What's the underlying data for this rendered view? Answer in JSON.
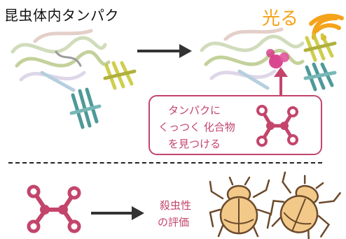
{
  "header": {
    "title": "昆虫体内タンパク",
    "glow_label": "光る"
  },
  "callout": {
    "lines": [
      "タンパクに",
      "くっつく 化合物",
      "を見つける"
    ]
  },
  "evaluation": {
    "lines": [
      "殺虫性",
      "の評価"
    ]
  },
  "colors": {
    "accent": "#c3456c",
    "glow": "#f5a31a",
    "arrow": "#333333",
    "protein_green": "#b9c98a",
    "protein_teal": "#3b8f8f",
    "protein_yellow": "#c9c93a",
    "insect_body": "#f3c98a"
  },
  "icons": [
    "wifi-signal-icon",
    "molecule-icon",
    "right-arrow-icon",
    "up-arrow-icon",
    "insect-icon"
  ]
}
